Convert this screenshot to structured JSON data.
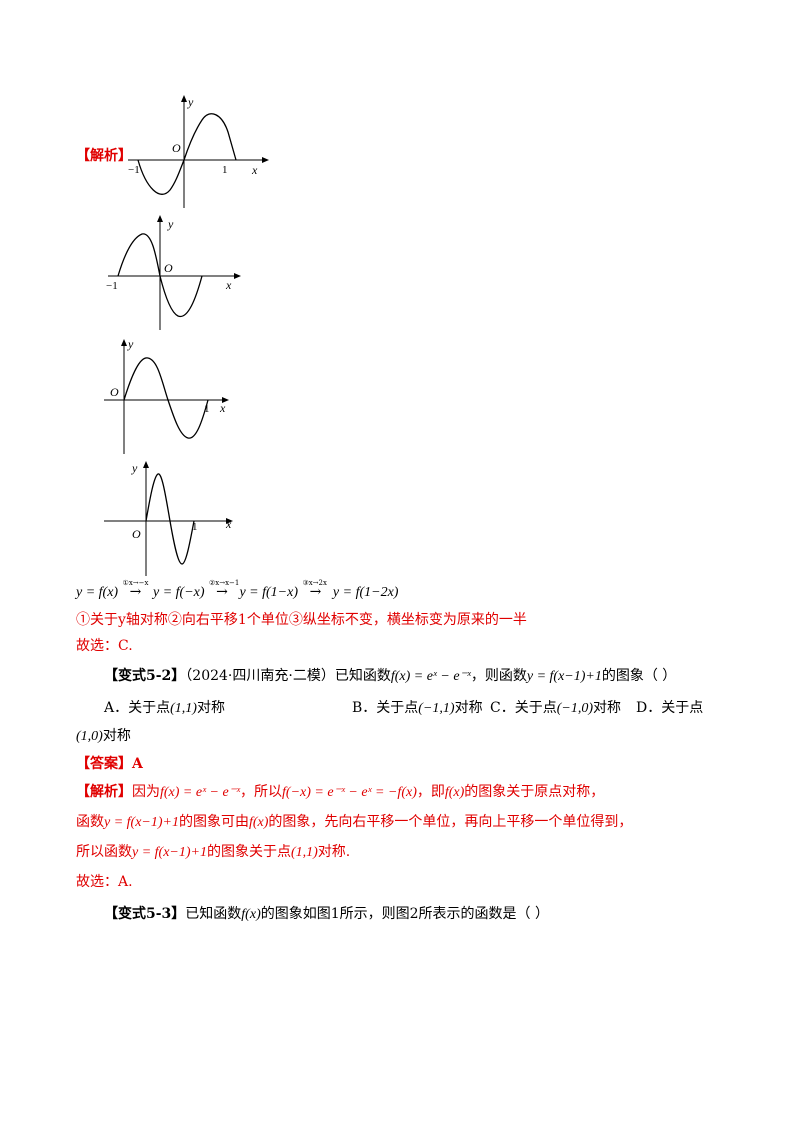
{
  "labels": {
    "jiexi": "【解析】",
    "daan": "【答案】",
    "jiexi2": "【解析】"
  },
  "graphs": {
    "origin": "O",
    "x_axis": "x",
    "y_axis": "y",
    "neg_one": "−1",
    "one": "1"
  },
  "transform": {
    "f0": "y = f(x)",
    "a1": "①x→−x",
    "f1": "y = f(−x)",
    "a2": "②x→x−1",
    "f2": "y = f(1−x)",
    "a3": "③x→2x",
    "f3": "y = f(1−2x)"
  },
  "steps_note": "①关于y轴对称②向右平移1个单位③纵坐标不变，横坐标变为原来的一半",
  "answer1": "故选：C.",
  "q52": {
    "tag": "【变式5-2】",
    "stem": "（2024·四川南充·二模）已知函数",
    "func": "f(x) = eˣ − e⁻ˣ",
    "mid": "，则函数",
    "func2": "y = f(x−1)+1",
    "tail": "的图象（    ）",
    "optA": "A．关于点",
    "ptA": "(1,1)",
    "optA_end": "对称",
    "optB": "B．关于点",
    "ptB": "(−1,1)",
    "optB_end": "对称",
    "optC": "C．关于点",
    "ptC": "(−1,0)",
    "optC_end": "对称",
    "optD": "D．关于点",
    "ptD": "(1,0)",
    "optD_end": "对称"
  },
  "answer_letter": "A",
  "analysis": {
    "l1a": "因为",
    "l1f": "f(x) = eˣ − e⁻ˣ",
    "l1b": "，所以",
    "l1g": "f(−x) = e⁻ˣ − eˣ = −f(x)",
    "l1c": "，即",
    "l1h": "f(x)",
    "l1d": "的图象关于原点对称，",
    "l2a": "函数",
    "l2f": "y = f(x−1)+1",
    "l2b": "的图象可由",
    "l2g": "f(x)",
    "l2c": "的图象，先向右平移一个单位，再向上平移一个单位得到，",
    "l3a": "所以函数",
    "l3f": "y = f(x−1)+1",
    "l3b": "的图象关于点",
    "l3g": "(1,1)",
    "l3c": "对称."
  },
  "answer2": "故选：A.",
  "q53": {
    "tag": "【变式5-3】",
    "a": "已知函数",
    "f": "f(x)",
    "b": "的图象如图1所示，则图2所表示的函数是（    ）"
  }
}
